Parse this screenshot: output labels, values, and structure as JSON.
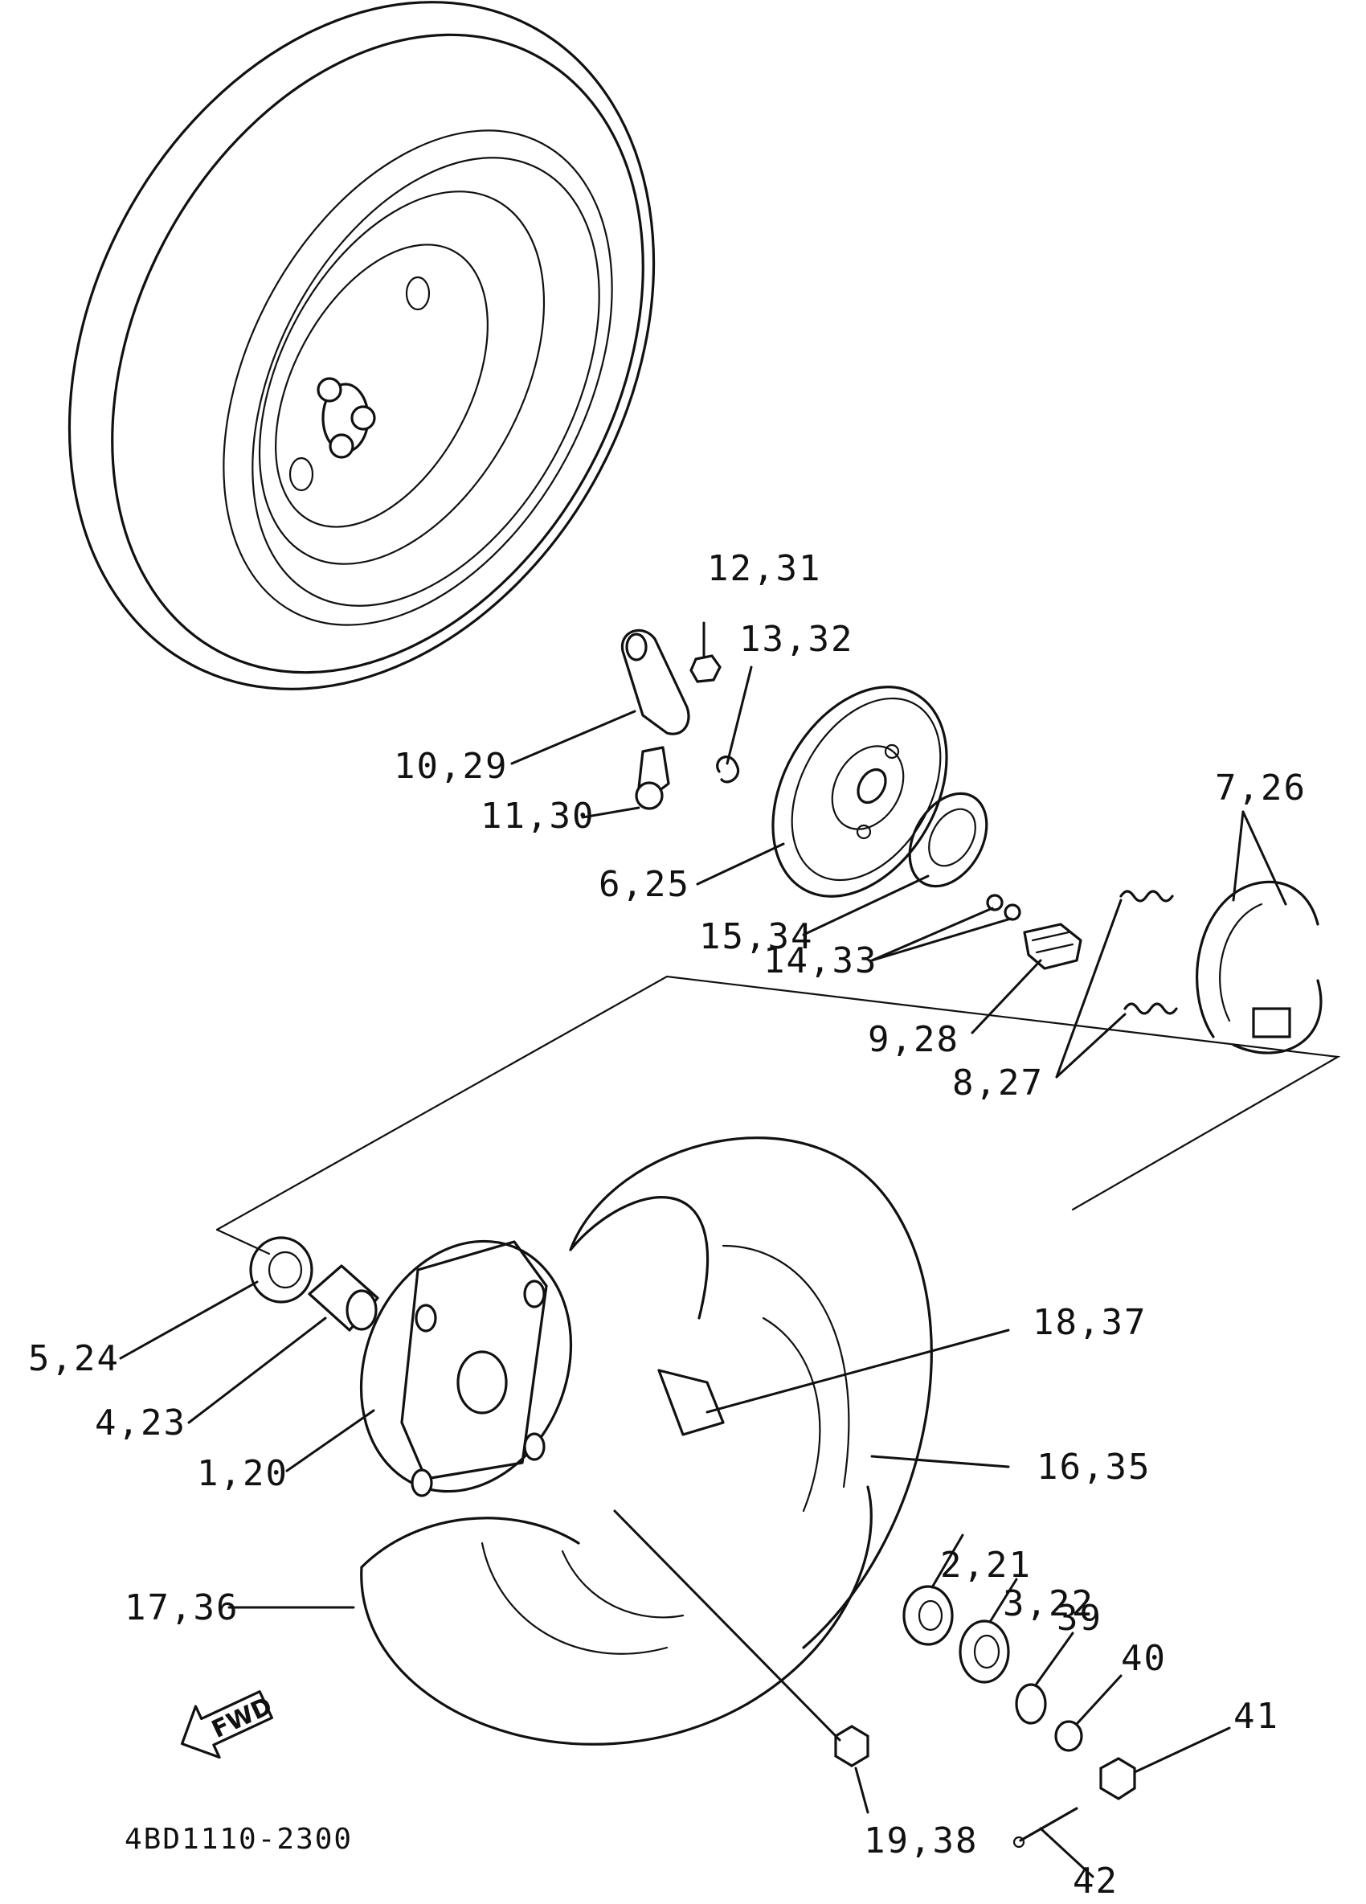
{
  "callouts": [
    {
      "id": "p12_31",
      "label": "12,31"
    },
    {
      "id": "p13_32",
      "label": "13,32"
    },
    {
      "id": "p10_29",
      "label": "10,29"
    },
    {
      "id": "p11_30",
      "label": "11,30"
    },
    {
      "id": "p7_26",
      "label": "7,26"
    },
    {
      "id": "p6_25",
      "label": "6,25"
    },
    {
      "id": "p15_34",
      "label": "15,34"
    },
    {
      "id": "p14_33",
      "label": "14,33"
    },
    {
      "id": "p9_28",
      "label": "9,28"
    },
    {
      "id": "p8_27",
      "label": "8,27"
    },
    {
      "id": "p18_37",
      "label": "18,37"
    },
    {
      "id": "p5_24",
      "label": "5,24"
    },
    {
      "id": "p4_23",
      "label": "4,23"
    },
    {
      "id": "p1_20",
      "label": "1,20"
    },
    {
      "id": "p16_35",
      "label": "16,35"
    },
    {
      "id": "p2_21",
      "label": "2,21"
    },
    {
      "id": "p3_22",
      "label": "3,22"
    },
    {
      "id": "p39",
      "label": "39"
    },
    {
      "id": "p40",
      "label": "40"
    },
    {
      "id": "p41",
      "label": "41"
    },
    {
      "id": "p17_36",
      "label": "17,36"
    },
    {
      "id": "p19_38",
      "label": "19,38"
    },
    {
      "id": "p42",
      "label": "42"
    }
  ],
  "fwd_label": "FWD",
  "drawing_ref": "4BD1110-2300",
  "ink_color": "#111111",
  "paper_color": "#ffffff"
}
